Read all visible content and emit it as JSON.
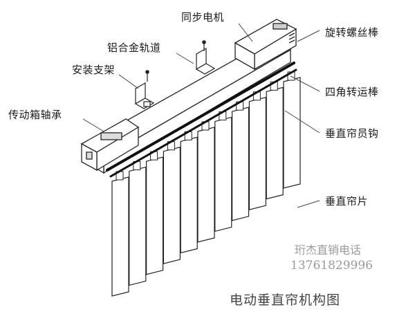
{
  "labels": {
    "sync_motor": "同步电机",
    "aluminum_track": "铝合金轨道",
    "mounting_bracket": "安装支架",
    "gearbox_shaft": "传动箱轴承",
    "rotating_screw": "旋转螺丝棒",
    "square_rod": "四角转运棒",
    "hanger_hook": "垂直帘员钩",
    "blade": "垂直帘片"
  },
  "watermark": {
    "line1": "珩杰直销电话",
    "line2": "13761829996"
  },
  "caption": "电动垂直帘机构图",
  "blades": {
    "count": 11
  }
}
